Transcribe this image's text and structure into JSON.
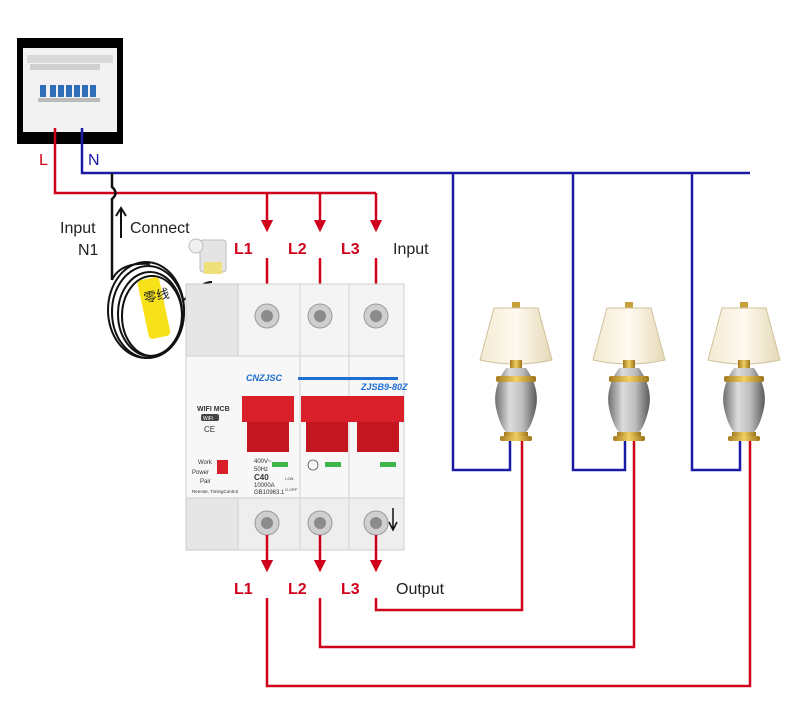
{
  "colors": {
    "live": "#d0021b",
    "neutral": "#1a1aa6",
    "breaker_body": "#e9e9e9",
    "breaker_handle": "#d81f2a",
    "brand_blue": "#1f6fd1"
  },
  "panel": {
    "line_label": "L",
    "neutral_label": "N"
  },
  "neutral_link": {
    "input_label": "Input",
    "n1_label": "N1",
    "connect_label": "Connect"
  },
  "tag": {
    "text": "零线"
  },
  "input": {
    "phases": [
      "L1",
      "L2",
      "L3"
    ],
    "label": "Input"
  },
  "output": {
    "phases": [
      "L1",
      "L2",
      "L3"
    ],
    "label": "Output"
  },
  "breaker": {
    "brand": "CNZJSC",
    "model": "ZJSB9-80Z",
    "side_title": "WIFI MCB",
    "wifi_badge": "WiFi",
    "ce_mark": "CE",
    "work_label": "Work",
    "power_label": "Power",
    "pair_label": "Pair",
    "remote_label": "Remote, TimingControl",
    "rating_voltage": "400V~",
    "rating_freq": "50Hz",
    "rating_current": "C40",
    "rating_breaking": "10000A",
    "standard": "GB10963.1",
    "on_label": "I-ON",
    "off_label": "O-OFF"
  },
  "lamps": [
    "lamp-1",
    "lamp-2",
    "lamp-3"
  ]
}
